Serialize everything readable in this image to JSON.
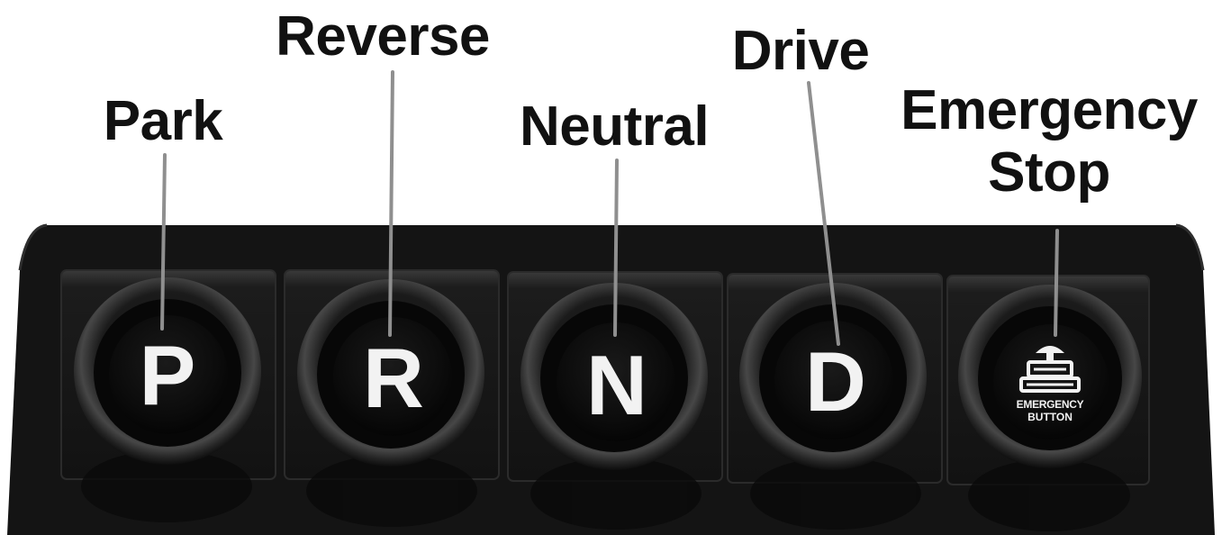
{
  "labels": {
    "park": "Park",
    "reverse": "Reverse",
    "neutral": "Neutral",
    "drive": "Drive",
    "emergency_line1": "Emergency",
    "emergency_line2": "Stop"
  },
  "buttons": {
    "park": "P",
    "reverse": "R",
    "neutral": "N",
    "drive": "D",
    "emergency_line1": "EMERGENCY",
    "emergency_line2": "BUTTON"
  },
  "icons": {
    "emergency": "emergency-stop-icon"
  },
  "colors": {
    "panel": "#121212",
    "button_face": "#0a0a0a",
    "glyph": "#f2f2f2",
    "label_text": "#111111",
    "leader_line": "#8f8f8f"
  }
}
